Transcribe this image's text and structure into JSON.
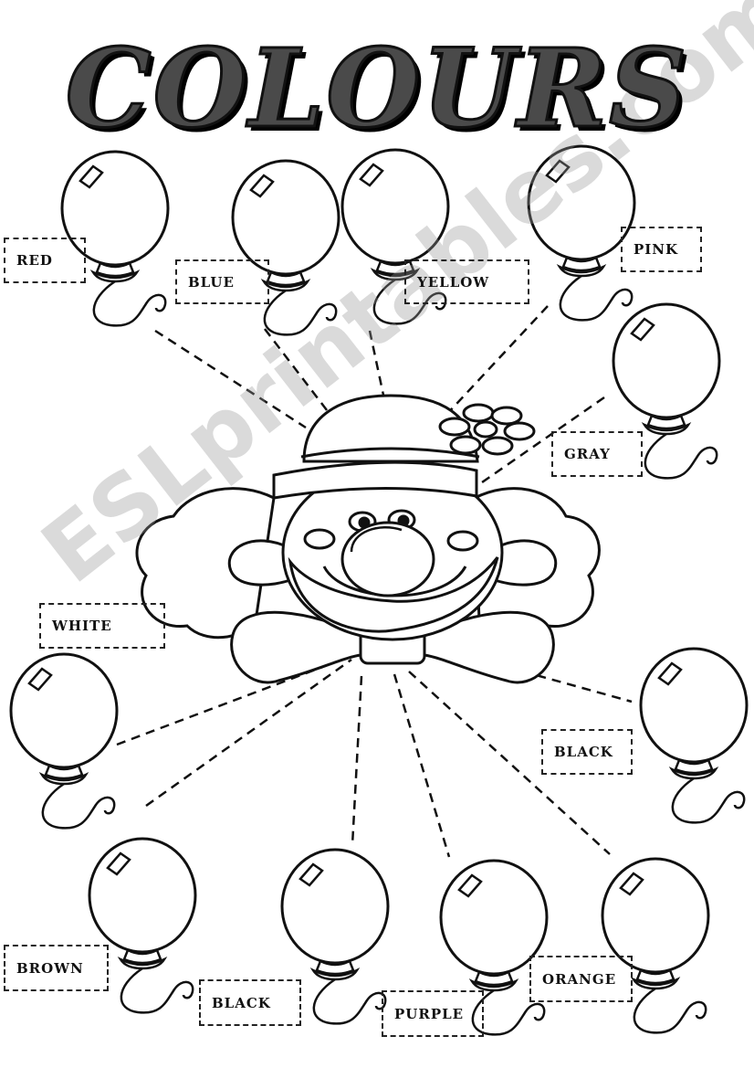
{
  "title": "COLOURS",
  "watermark": "ESLprintables.com",
  "labels": {
    "red": "RED",
    "blue": "BLUE",
    "yellow": "YELLOW",
    "pink": "PINK",
    "gray": "GRAY",
    "white": "WHITE",
    "black_right": "BLACK",
    "brown": "BROWN",
    "black_bottom": "BLACK",
    "purple": "PURPLE",
    "orange": "ORANGE"
  }
}
